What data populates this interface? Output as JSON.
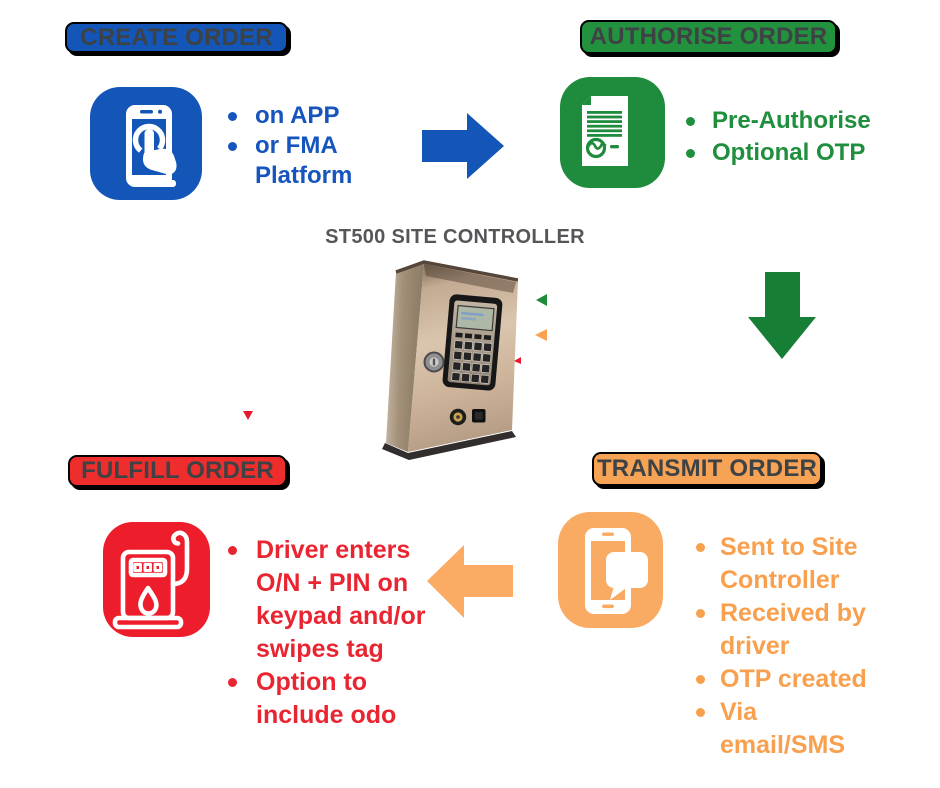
{
  "page": {
    "background": "#ffffff"
  },
  "controller": {
    "title": "ST500 SITE CONTROLLER"
  },
  "steps": {
    "create": {
      "label": "CREATE ORDER",
      "color": "#1356b8",
      "text_color": "#1655be",
      "icon": "phone-touch-icon",
      "bullets": [
        [
          "on APP"
        ],
        [
          "or FMA",
          "Platform"
        ]
      ]
    },
    "authorise": {
      "label": "AUTHORISE ORDER",
      "color": "#23923f",
      "text_color": "#1f8f3e",
      "icon": "signed-document-icon",
      "bullets": [
        [
          "Pre-Authorise"
        ],
        [
          "Optional OTP"
        ]
      ]
    },
    "transmit": {
      "label": "TRANSMIT ORDER",
      "color": "#f6a355",
      "text_color": "#f9a04e",
      "icon": "phone-message-icon",
      "bullets": [
        [
          "Sent to Site",
          "Controller"
        ],
        [
          "Received by",
          "driver"
        ],
        [
          "OTP created"
        ],
        [
          "Via",
          "email/SMS"
        ]
      ]
    },
    "fulfill": {
      "label": "FULFILL ORDER",
      "color": "#ee2d2d",
      "text_color": "#e92531",
      "icon": "fuel-pump-icon",
      "bullets": [
        [
          "Driver enters",
          "O/N + PIN on",
          "keypad and/or",
          "swipes tag"
        ],
        [
          "Option to",
          "include odo"
        ]
      ]
    }
  },
  "arrows": {
    "create_to_authorise": {
      "direction": "right",
      "color": "#1356b8"
    },
    "authorise_to_transmit": {
      "direction": "down",
      "color": "#177e36"
    },
    "transmit_to_fulfill": {
      "direction": "left",
      "color": "#fcab64"
    },
    "to_fulfill_marker": {
      "direction": "down",
      "color": "#e8192c"
    },
    "to_controller_marker_green": {
      "direction": "left",
      "color": "#1e8b3d"
    },
    "to_controller_marker_orange": {
      "direction": "left",
      "color": "#f7a24f"
    }
  }
}
